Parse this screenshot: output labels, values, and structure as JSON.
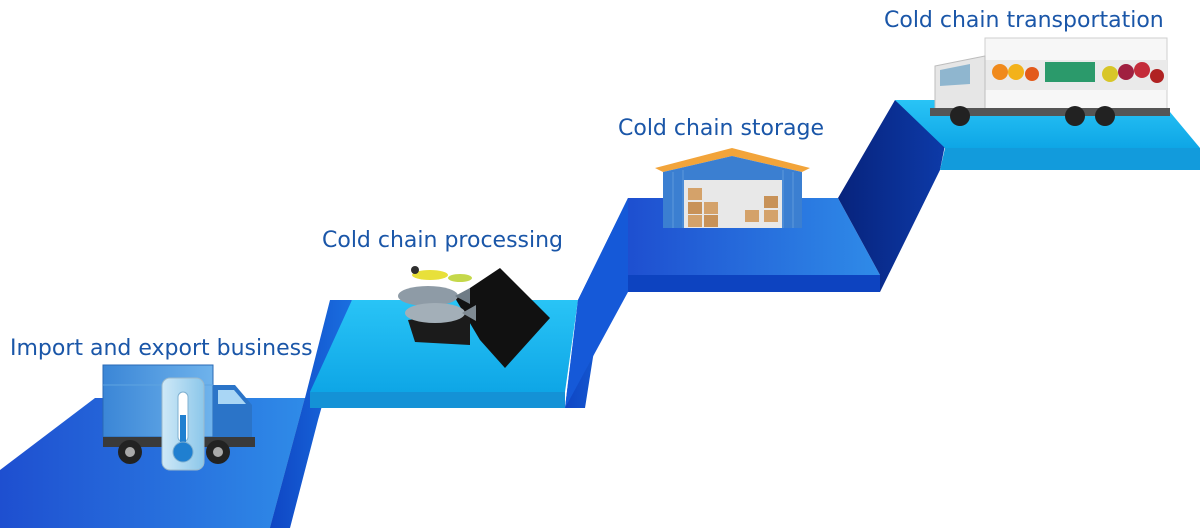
{
  "stages": [
    {
      "label": "Import and export business",
      "icon": "refrigerated-truck-thermometer-icon"
    },
    {
      "label": "Cold chain processing",
      "icon": "fish-processing-icon"
    },
    {
      "label": "Cold chain storage",
      "icon": "cold-storage-warehouse-icon"
    },
    {
      "label": "Cold chain transportation",
      "icon": "produce-truck-icon"
    }
  ],
  "colors": {
    "platform_top_light": "#1ab4ec",
    "platform_top_dark": "#1f5fd6",
    "platform_side": "#0a2a86",
    "platform_front": "#2aa8e6",
    "label": "#1a56a8"
  }
}
